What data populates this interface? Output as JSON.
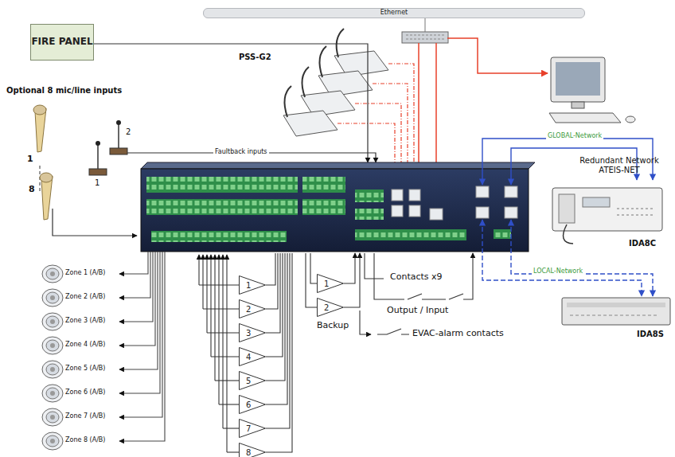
{
  "diagram": {
    "nodes": [
      {
        "text": [
          "FIRE PANEL"
        ]
      },
      {
        "text": [
          "Ethernet"
        ]
      },
      {
        "text": [
          "1"
        ]
      },
      {
        "text": [
          "2"
        ]
      },
      {
        "text": [
          "3"
        ]
      },
      {
        "text": [
          "4"
        ]
      },
      {
        "text": [
          "5"
        ]
      },
      {
        "text": [
          "6"
        ]
      },
      {
        "text": [
          "7"
        ]
      },
      {
        "text": [
          "8"
        ]
      },
      {
        "text": [
          "1"
        ]
      },
      {
        "text": [
          "2"
        ]
      }
    ],
    "labels": [
      "Optional 8 mic/line inputs",
      "1",
      "8",
      "1",
      "2",
      "Faultback inputs",
      "PSS-G2",
      "GLOBAL-Network",
      "Redundant Network ATEIS-NET",
      "IDA8C",
      "LOCAL-Network",
      "IDA8S",
      "Zone 1 (A/B)",
      "Zone 2 (A/B)",
      "Zone 3 (A/B)",
      "Zone 4 (A/B)",
      "Zone 5 (A/B)",
      "Zone 6 (A/B)",
      "Zone 7 (A/B)",
      "Zone 8 (A/B)",
      "Contacts x9",
      "Output / Input",
      "Backup",
      "EVAC-alarm contacts"
    ]
  }
}
